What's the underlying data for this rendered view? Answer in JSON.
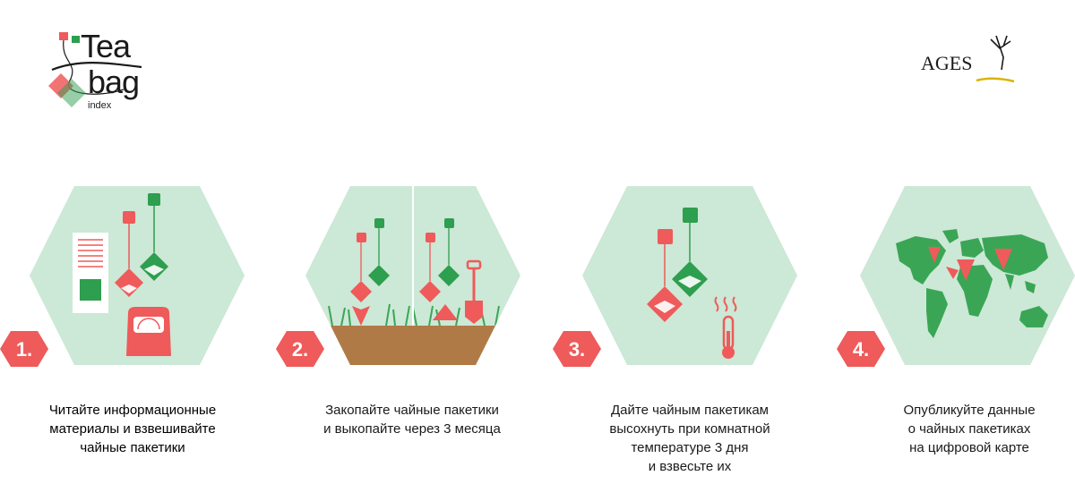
{
  "logos": {
    "teabag": {
      "line1": "Tea",
      "line2": "bag",
      "line3": "index"
    },
    "ages": {
      "text": "AGES"
    }
  },
  "colors": {
    "hex_fill": "#cce8d6",
    "red": "#ef5a5a",
    "green": "#2e9e4f",
    "soil": "#b07a46",
    "grass": "#3aa655"
  },
  "steps": [
    {
      "number": "1.",
      "caption": "Читайте информационные\nматериалы и взвешивайте\nчайные пакетики"
    },
    {
      "number": "2.",
      "caption": "Закопайте чайные пакетики\nи выкопайте через 3 месяца"
    },
    {
      "number": "3.",
      "caption": "Дайте чайным пакетикам\nвысохнуть при комнатной\nтемпературе 3 дня\nи взвесьте их"
    },
    {
      "number": "4.",
      "caption": "Опубликуйте данные\nо чайных пакетиках\nна цифровой карте"
    }
  ]
}
